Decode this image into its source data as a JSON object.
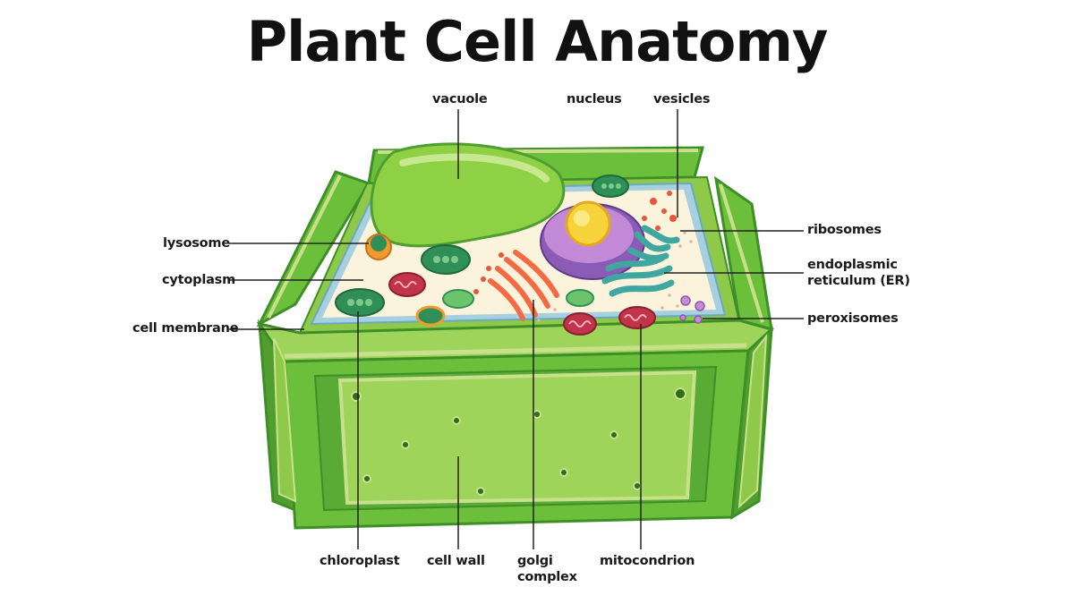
{
  "title": "Plant Cell Anatomy",
  "labels": {
    "vacuole": "vacuole",
    "nucleus": "nucleus",
    "vesicles": "vesicles",
    "ribosomes": "ribosomes",
    "er": "endoplasmic\nreticulum (ER)",
    "peroxisomes": "peroxisomes",
    "lysosome": "lysosome",
    "cytoplasm": "cytoplasm",
    "cell_membrane": "cell membrane",
    "chloroplast": "chloroplast",
    "cell_wall": "cell wall",
    "golgi": "golgi\ncomplex",
    "mitochondrion": "mitocondrion"
  },
  "colors": {
    "wall_dark": "#3f8f28",
    "wall_mid": "#6cbf3a",
    "wall_light": "#9fd45a",
    "wall_pale": "#c8e08c",
    "cytoplasm": "#fbf3dc",
    "membrane": "#a6cfe0",
    "vacuole": "#8ed144",
    "nucleus_outer": "#8b5cb5",
    "nucleus_inner": "#c28ad6",
    "nucleolus": "#f6d33a",
    "er": "#3fa6a0",
    "golgi": "#f36a45",
    "mitochondrion": "#c2344a",
    "chloroplast": "#2f8f57",
    "lysosome": "#f29a2e",
    "peroxisome": "#c58bd6",
    "vesicle": "#e8553c"
  }
}
